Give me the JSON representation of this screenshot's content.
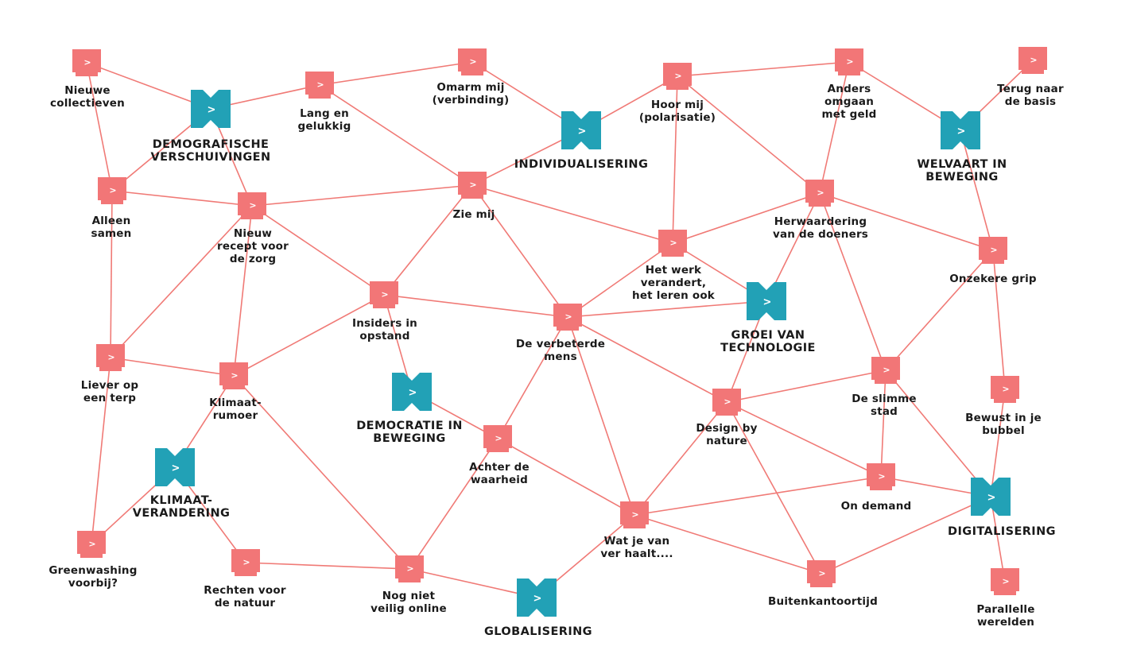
{
  "colors": {
    "edge": "#f07a76",
    "scenario": "#f27677",
    "trend": "#22a1b6",
    "text": "#1a1a1a"
  },
  "icons": {
    "scenario": "chevron-right-notched-square-icon",
    "trend": "chevron-right-bowtie-icon",
    "glyph": ">"
  },
  "trends": [
    {
      "id": "demografische",
      "label": "DEMOGRAFISCHE\nVERSCHUIVINGEN"
    },
    {
      "id": "individualisering",
      "label": "INDIVIDUALISERING"
    },
    {
      "id": "welvaart",
      "label": "WELVAART IN\nBEWEGING"
    },
    {
      "id": "technologie",
      "label": "GROEI VAN\nTECHNOLOGIE"
    },
    {
      "id": "democratie",
      "label": "DEMOCRATIE IN\nBEWEGING"
    },
    {
      "id": "klimaat",
      "label": "KLIMAAT-\nVERANDERING"
    },
    {
      "id": "digitalisering",
      "label": "DIGITALISERING"
    },
    {
      "id": "globalisering",
      "label": "GLOBALISERING"
    }
  ],
  "scenarios": [
    {
      "id": "nieuwe_collectieven",
      "label": "Nieuwe\ncollectieven"
    },
    {
      "id": "lang_en_gelukkig",
      "label": "Lang en\ngelukkig"
    },
    {
      "id": "omarm_mij",
      "label": "Omarm mij\n(verbinding)"
    },
    {
      "id": "hoor_mij",
      "label": "Hoor mij\n(polarisatie)"
    },
    {
      "id": "anders_omgaan",
      "label": "Anders\nomgaan\nmet geld"
    },
    {
      "id": "terug_naar_basis",
      "label": "Terug naar\nde basis"
    },
    {
      "id": "alleen_samen",
      "label": "Alleen\nsamen"
    },
    {
      "id": "nieuw_recept",
      "label": "Nieuw\nrecept voor\nde zorg"
    },
    {
      "id": "zie_mij",
      "label": "Zie mij"
    },
    {
      "id": "herwaardering",
      "label": "Herwaardering\nvan de doeners"
    },
    {
      "id": "het_werk",
      "label": "Het werk\nverandert,\nhet leren ook"
    },
    {
      "id": "onzekere_grip",
      "label": "Onzekere grip"
    },
    {
      "id": "insiders",
      "label": "Insiders in\nopstand"
    },
    {
      "id": "verbeterde_mens",
      "label": "De verbeterde\nmens"
    },
    {
      "id": "liever_op_terp",
      "label": "Liever op\neen terp"
    },
    {
      "id": "klimaat_rumoer",
      "label": "Klimaat-\nrumoer"
    },
    {
      "id": "slimme_stad",
      "label": "De slimme\nstad"
    },
    {
      "id": "bewust_bubbel",
      "label": "Bewust in je\nbubbel"
    },
    {
      "id": "design_by_nature",
      "label": "Design by\nnature"
    },
    {
      "id": "achter_waarheid",
      "label": "Achter de\nwaarheid"
    },
    {
      "id": "on_demand",
      "label": "On demand"
    },
    {
      "id": "wat_je_van_ver",
      "label": "Wat je van\nver haalt...."
    },
    {
      "id": "greenwashing",
      "label": "Greenwashing\nvoorbij?"
    },
    {
      "id": "rechten_natuur",
      "label": "Rechten voor\nde natuur"
    },
    {
      "id": "nog_niet_veilig",
      "label": "Nog niet\nveilig online"
    },
    {
      "id": "buitenkantoortijd",
      "label": "Buitenkantoortijd"
    },
    {
      "id": "parallelle",
      "label": "Parallelle\nwerelden"
    }
  ],
  "edges": [
    [
      "nieuwe_collectieven",
      "demografische"
    ],
    [
      "nieuwe_collectieven",
      "alleen_samen"
    ],
    [
      "demografische",
      "lang_en_gelukkig"
    ],
    [
      "demografische",
      "alleen_samen"
    ],
    [
      "demografische",
      "nieuw_recept"
    ],
    [
      "lang_en_gelukkig",
      "omarm_mij"
    ],
    [
      "lang_en_gelukkig",
      "zie_mij"
    ],
    [
      "omarm_mij",
      "individualisering"
    ],
    [
      "individualisering",
      "hoor_mij"
    ],
    [
      "individualisering",
      "zie_mij"
    ],
    [
      "hoor_mij",
      "anders_omgaan"
    ],
    [
      "hoor_mij",
      "het_werk"
    ],
    [
      "hoor_mij",
      "herwaardering"
    ],
    [
      "anders_omgaan",
      "welvaart"
    ],
    [
      "anders_omgaan",
      "herwaardering"
    ],
    [
      "terug_naar_basis",
      "welvaart"
    ],
    [
      "welvaart",
      "onzekere_grip"
    ],
    [
      "alleen_samen",
      "nieuw_recept"
    ],
    [
      "alleen_samen",
      "liever_op_terp"
    ],
    [
      "nieuw_recept",
      "zie_mij"
    ],
    [
      "nieuw_recept",
      "liever_op_terp"
    ],
    [
      "nieuw_recept",
      "klimaat_rumoer"
    ],
    [
      "nieuw_recept",
      "insiders"
    ],
    [
      "zie_mij",
      "het_werk"
    ],
    [
      "zie_mij",
      "insiders"
    ],
    [
      "zie_mij",
      "verbeterde_mens"
    ],
    [
      "herwaardering",
      "het_werk"
    ],
    [
      "herwaardering",
      "onzekere_grip"
    ],
    [
      "herwaardering",
      "technologie"
    ],
    [
      "herwaardering",
      "slimme_stad"
    ],
    [
      "het_werk",
      "technologie"
    ],
    [
      "het_werk",
      "verbeterde_mens"
    ],
    [
      "onzekere_grip",
      "slimme_stad"
    ],
    [
      "onzekere_grip",
      "bewust_bubbel"
    ],
    [
      "insiders",
      "verbeterde_mens"
    ],
    [
      "insiders",
      "democratie"
    ],
    [
      "insiders",
      "klimaat_rumoer"
    ],
    [
      "verbeterde_mens",
      "technologie"
    ],
    [
      "verbeterde_mens",
      "design_by_nature"
    ],
    [
      "verbeterde_mens",
      "achter_waarheid"
    ],
    [
      "verbeterde_mens",
      "wat_je_van_ver"
    ],
    [
      "technologie",
      "design_by_nature"
    ],
    [
      "liever_op_terp",
      "klimaat_rumoer"
    ],
    [
      "liever_op_terp",
      "greenwashing"
    ],
    [
      "klimaat_rumoer",
      "klimaat"
    ],
    [
      "klimaat_rumoer",
      "nog_niet_veilig"
    ],
    [
      "democratie",
      "achter_waarheid"
    ],
    [
      "slimme_stad",
      "design_by_nature"
    ],
    [
      "slimme_stad",
      "on_demand"
    ],
    [
      "slimme_stad",
      "digitalisering"
    ],
    [
      "bewust_bubbel",
      "digitalisering"
    ],
    [
      "design_by_nature",
      "on_demand"
    ],
    [
      "design_by_nature",
      "wat_je_van_ver"
    ],
    [
      "design_by_nature",
      "buitenkantoortijd"
    ],
    [
      "achter_waarheid",
      "wat_je_van_ver"
    ],
    [
      "achter_waarheid",
      "nog_niet_veilig"
    ],
    [
      "on_demand",
      "wat_je_van_ver"
    ],
    [
      "on_demand",
      "digitalisering"
    ],
    [
      "wat_je_van_ver",
      "buitenkantoortijd"
    ],
    [
      "wat_je_van_ver",
      "globalisering"
    ],
    [
      "klimaat",
      "greenwashing"
    ],
    [
      "klimaat",
      "rechten_natuur"
    ],
    [
      "rechten_natuur",
      "nog_niet_veilig"
    ],
    [
      "nog_niet_veilig",
      "globalisering"
    ],
    [
      "buitenkantoortijd",
      "digitalisering"
    ],
    [
      "digitalisering",
      "parallelle"
    ]
  ]
}
